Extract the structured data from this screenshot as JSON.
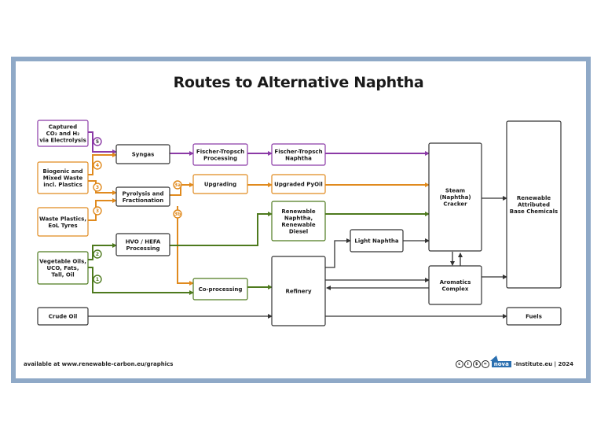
{
  "title": "Routes to Alternative Naphtha",
  "colors": {
    "purple": "#8b3aa6",
    "orange": "#e08a1e",
    "green": "#4e7a1e",
    "dark": "#333333",
    "frame": "#8fa9c7"
  },
  "nodes": {
    "captured_co2": [
      "Captured",
      "CO₂ and H₂",
      "via Electrolysis"
    ],
    "biogenic_waste": [
      "Biogenic and",
      "Mixed Waste",
      "incl. Plastics"
    ],
    "waste_plastics": [
      "Waste Plastics,",
      "EoL Tyres"
    ],
    "vegetable_oils": [
      "Vegetable Oils,",
      "UCO, Fats,",
      "Tall, Oil"
    ],
    "crude_oil": [
      "Crude Oil"
    ],
    "syngas": [
      "Syngas"
    ],
    "pyrolysis": [
      "Pyrolysis and",
      "Fractionation"
    ],
    "hvo_hefa": [
      "HVO / HEFA",
      "Processing"
    ],
    "fischer_tropsch_processing": [
      "Fischer-Tropsch",
      "Processing"
    ],
    "upgrading": [
      "Upgrading"
    ],
    "co_processing": [
      "Co-processing"
    ],
    "fischer_tropsch_naphtha": [
      "Fischer-Tropsch",
      "Naphtha"
    ],
    "upgraded_pyoil": [
      "Upgraded PyOil"
    ],
    "renewable_naphtha": [
      "Renewable",
      "Naphtha,",
      "Renewable",
      "Diesel"
    ],
    "refinery": [
      "Refinery"
    ],
    "light_naphtha": [
      "Light Naphtha"
    ],
    "steam_cracker": [
      "Steam",
      "(Naphtha)",
      "Cracker"
    ],
    "aromatics": [
      "Aromatics",
      "Complex"
    ],
    "renewable_chemicals": [
      "Renewable",
      "Attributed",
      "Base Chemicals"
    ],
    "fuels": [
      "Fuels"
    ]
  },
  "badges": {
    "b5_top": "5",
    "b4": "4",
    "b3_orange": "3",
    "b3_plastics": "3",
    "b3a": "3a",
    "b3b": "3b",
    "b2": "2",
    "b1": "1"
  },
  "footer": {
    "left": "available at www.renewable-carbon.eu/graphics",
    "logo": "nova",
    "right": "-Institute.eu | 2024"
  }
}
